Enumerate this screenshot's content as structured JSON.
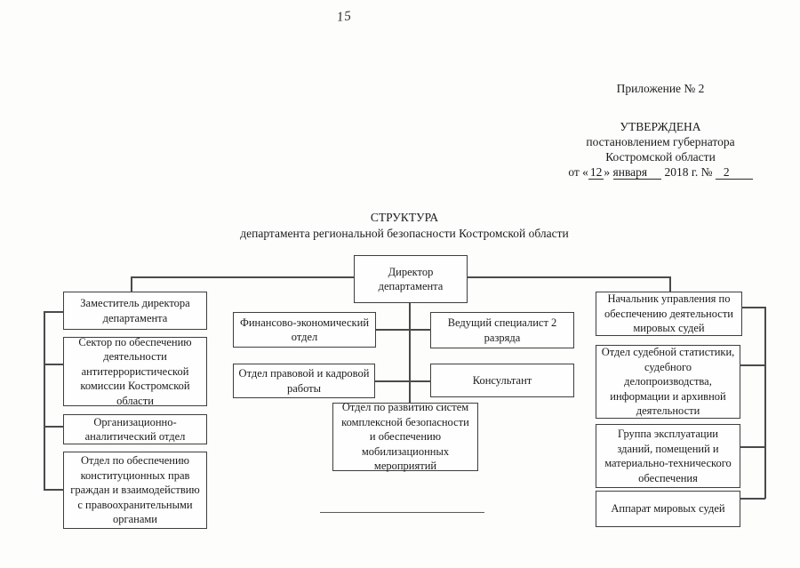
{
  "page": {
    "number": "15"
  },
  "header": {
    "appendix": "Приложение № 2",
    "approved": "УТВЕРЖДЕНА",
    "by_line1": "постановлением губернатора",
    "by_line2": "Костромской области",
    "date": {
      "prefix": "от «",
      "day": "12",
      "mid": "» ",
      "month": "января",
      "year": " 2018 г. № ",
      "number": "2"
    }
  },
  "title": {
    "line1": "СТРУКТУРА",
    "line2": "департамента региональной безопасности Костромской области"
  },
  "org": {
    "director": "Директор департамента",
    "left": [
      "Заместитель директора департамента",
      "Сектор по обеспечению деятельности антитеррористической комиссии Костромской области",
      "Организационно-аналитический отдел",
      "Отдел по обеспечению конституционных прав граждан и взаимодействию с правоохранительными органами"
    ],
    "middle_left": [
      "Финансово-экономический отдел",
      "Отдел правовой и кадровой работы"
    ],
    "middle_right": [
      "Ведущий специалист 2 разряда",
      "Консультант"
    ],
    "middle_bottom": "Отдел по развитию систем комплексной безопасности и обеспечению мобилизационных мероприятий",
    "right": [
      "Начальник управления по обеспечению деятельности мировых судей",
      "Отдел судебной статистики, судебного делопроизводства, информации и архивной деятельности",
      "Группа эксплуатации зданий, помещений и материально-технического обеспечения",
      "Аппарат мировых судей"
    ]
  },
  "colors": {
    "ink": "#1b1b1b",
    "line": "#4a4a4a",
    "paper": "#fdfdfc"
  }
}
